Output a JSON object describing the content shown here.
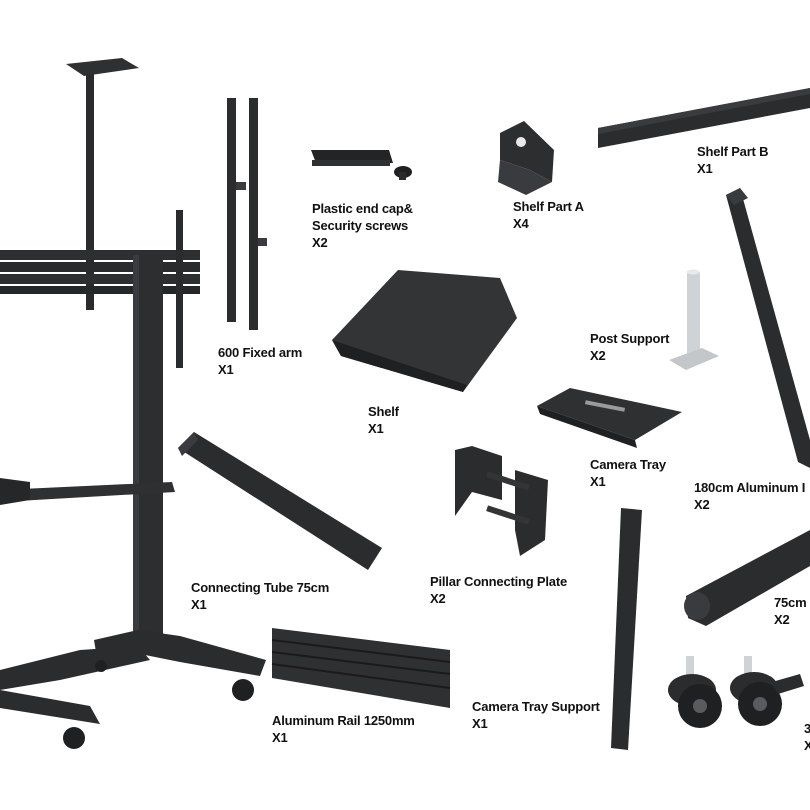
{
  "colors": {
    "background": "#ffffff",
    "part": "#2b2c2e",
    "part_dark": "#1a1a1b",
    "part_light": "#4a4b4e",
    "label": "#111111",
    "silver": "#cfd3d6"
  },
  "parts": [
    {
      "id": "600-fixed-arm",
      "name": "600 Fixed arm",
      "qty": "X1",
      "icon": "vertical-bracket-arms"
    },
    {
      "id": "plastic-end-cap",
      "name": "Plastic end cap&",
      "name2": "Security screws",
      "qty": "X2",
      "icon": "end-cap-and-screw"
    },
    {
      "id": "shelf-part-a",
      "name": "Shelf Part A",
      "qty": "X4",
      "icon": "corner-bracket"
    },
    {
      "id": "shelf-part-b",
      "name": "Shelf Part B",
      "qty": "X1",
      "icon": "aluminum-profile"
    },
    {
      "id": "shelf",
      "name": "Shelf",
      "qty": "X1",
      "icon": "shelf-plate"
    },
    {
      "id": "post-support",
      "name": "Post Support",
      "qty": "X2",
      "icon": "silver-post"
    },
    {
      "id": "camera-tray",
      "name": "Camera Tray",
      "qty": "X1",
      "icon": "tray-plate"
    },
    {
      "id": "180cm-aluminum",
      "name": "180cm Aluminum I",
      "qty": "X2",
      "icon": "long-pillar"
    },
    {
      "id": "connecting-tube",
      "name": "Connecting Tube 75cm",
      "qty": "X1",
      "icon": "tube"
    },
    {
      "id": "pillar-connecting-plate",
      "name": "Pillar Connecting Plate",
      "qty": "X2",
      "icon": "double-bracket"
    },
    {
      "id": "75cm",
      "name": "75cm",
      "qty": "X2",
      "icon": "base-leg"
    },
    {
      "id": "aluminum-rail",
      "name": "Aluminum Rail 1250mm",
      "qty": "X1",
      "icon": "rail"
    },
    {
      "id": "camera-tray-support",
      "name": "Camera Tray Support",
      "qty": "X1",
      "icon": "slim-post"
    },
    {
      "id": "casters",
      "name": "3",
      "qty": "X",
      "icon": "caster-wheels"
    }
  ]
}
